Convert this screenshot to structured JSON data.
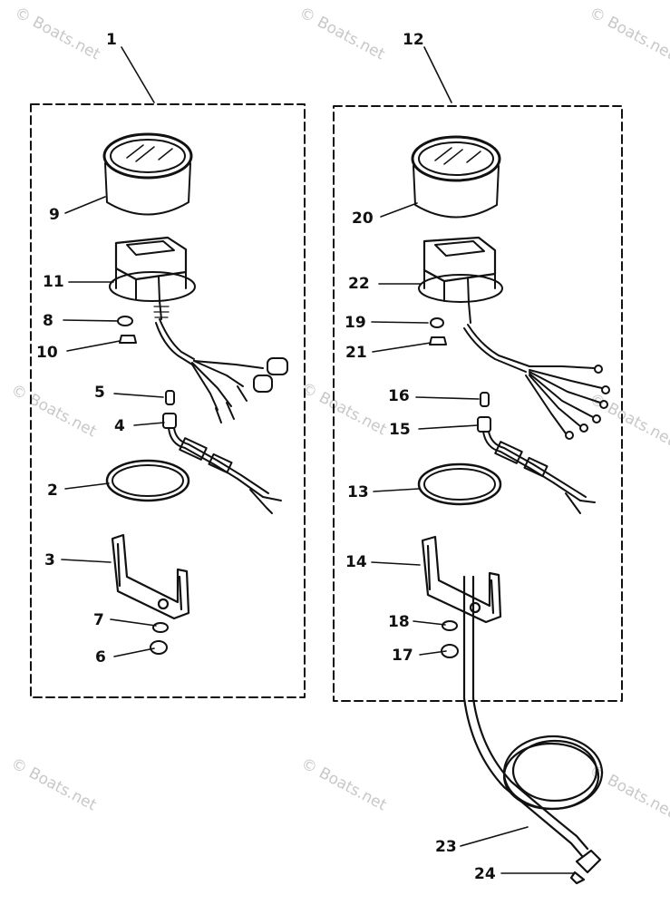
{
  "diagram": {
    "callouts": [
      {
        "id": "c1",
        "label": "1"
      },
      {
        "id": "c12",
        "label": "12"
      },
      {
        "id": "c9",
        "label": "9"
      },
      {
        "id": "c20",
        "label": "20"
      },
      {
        "id": "c11",
        "label": "11"
      },
      {
        "id": "c22",
        "label": "22"
      },
      {
        "id": "c8",
        "label": "8"
      },
      {
        "id": "c19",
        "label": "19"
      },
      {
        "id": "c10",
        "label": "10"
      },
      {
        "id": "c21",
        "label": "21"
      },
      {
        "id": "c5",
        "label": "5"
      },
      {
        "id": "c16",
        "label": "16"
      },
      {
        "id": "c4",
        "label": "4"
      },
      {
        "id": "c15",
        "label": "15"
      },
      {
        "id": "c2",
        "label": "2"
      },
      {
        "id": "c13",
        "label": "13"
      },
      {
        "id": "c3",
        "label": "3"
      },
      {
        "id": "c14",
        "label": "14"
      },
      {
        "id": "c7",
        "label": "7"
      },
      {
        "id": "c18",
        "label": "18"
      },
      {
        "id": "c6",
        "label": "6"
      },
      {
        "id": "c17",
        "label": "17"
      },
      {
        "id": "c23",
        "label": "23"
      },
      {
        "id": "c24",
        "label": "24"
      }
    ],
    "watermark": "© Boats.net"
  },
  "colors": {
    "ink": "#111111",
    "watermark": "#c8c8c8",
    "background": "#ffffff"
  }
}
